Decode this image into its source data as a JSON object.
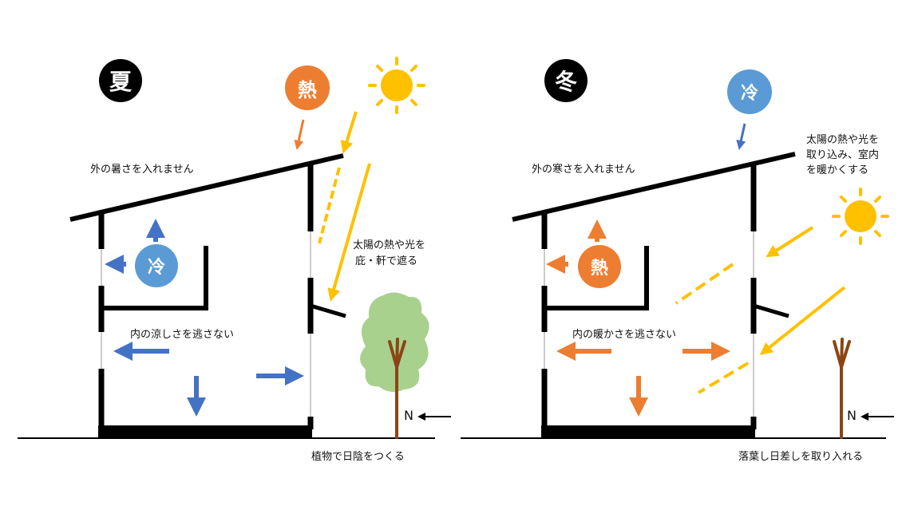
{
  "summer": {
    "season": "夏",
    "heat_badge": "熱",
    "cool_badge": "冷",
    "label_roof": "外の暑さを入れません",
    "label_sun_lines": [
      "太陽の熱や光を",
      "庇・軒で遮る"
    ],
    "label_inside": "内の涼しさを逃さない",
    "label_ground": "植物で日陰をつくる",
    "north": "N"
  },
  "winter": {
    "season": "冬",
    "cold_badge": "冷",
    "heat_badge": "熱",
    "label_roof": "外の寒さを入れません",
    "label_sun_lines": [
      "太陽の熱や光を",
      "取り込み、室内",
      "を暖かくする"
    ],
    "label_inside": "内の暖かさを逃さない",
    "label_ground": "落葉し日差しを取り入れる",
    "north": "N"
  },
  "colors": {
    "black": "#000000",
    "orange": "#ed7d31",
    "blue": "#4472c4",
    "light_blue": "#5b9bd5",
    "sun": "#ffc000",
    "tree_trunk": "#8b4513",
    "foliage": "#a9d18e"
  }
}
